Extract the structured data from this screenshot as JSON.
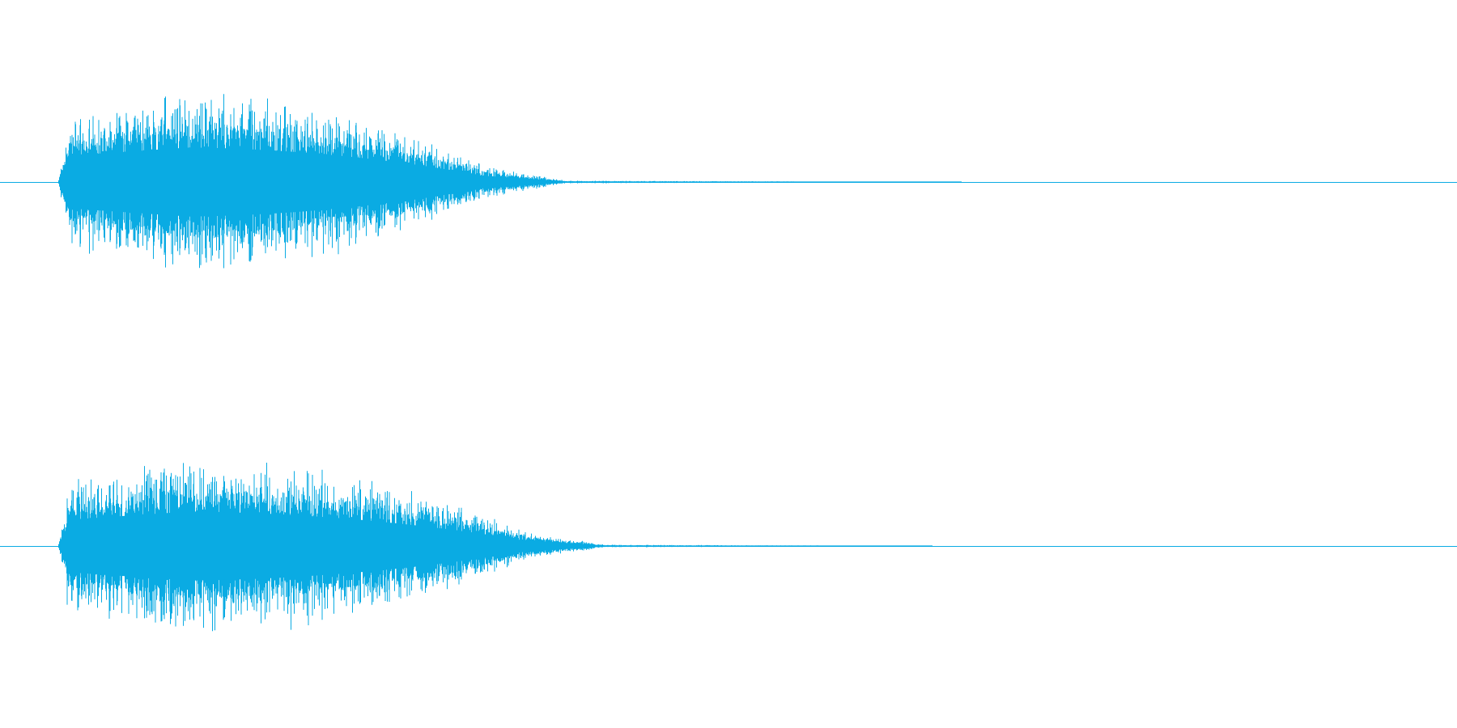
{
  "waveform": {
    "color": "#0aabe3",
    "background": "#ffffff",
    "channels": [
      {
        "name": "channel-1",
        "onset_fraction": 0.04,
        "peak_fraction": 0.13,
        "fade_fraction": 0.33,
        "tail_end_fraction": 0.66,
        "peak_amplitude": 0.97,
        "seed": 17
      },
      {
        "name": "channel-2",
        "onset_fraction": 0.04,
        "peak_fraction": 0.13,
        "fade_fraction": 0.355,
        "tail_end_fraction": 0.64,
        "peak_amplitude": 0.97,
        "seed": 29
      }
    ]
  }
}
